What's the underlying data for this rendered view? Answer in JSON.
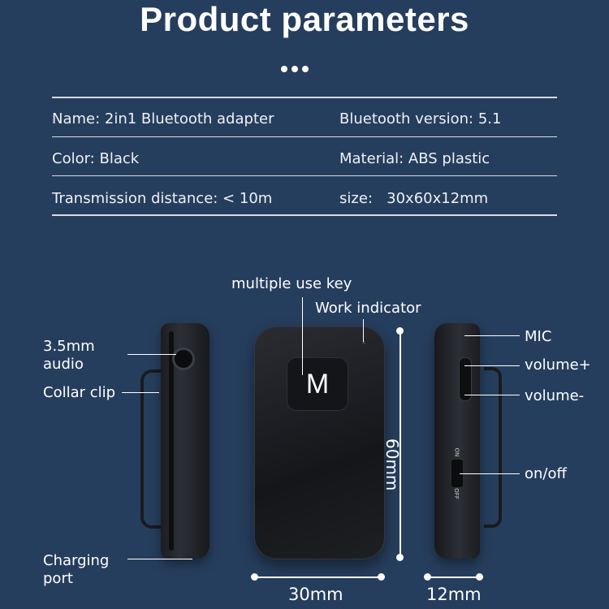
{
  "header": {
    "title": "Product parameters"
  },
  "specs": {
    "name": "Name: 2in1 Bluetooth adapter",
    "bluetooth_version": "Bluetooth version: 5.1",
    "color": "Color: Black",
    "material": "Material: ABS plastic",
    "distance": "Transmission distance: < 10m",
    "size": "size:   30x60x12mm"
  },
  "callouts": {
    "multiple_use_key": "multiple use key",
    "work_indicator": "Work indicator",
    "audio_jack": "3.5mm\naudio",
    "collar_clip": "Collar clip",
    "charging_port": "Charging\nport",
    "mic": "MIC",
    "volume_up": "volume+",
    "volume_down": "volume-",
    "on_off": "on/off"
  },
  "device": {
    "key_letter": "M",
    "switch_on": "ON",
    "switch_off": "OFF"
  },
  "dimensions": {
    "width": "30mm",
    "height": "60mm",
    "depth": "12mm"
  },
  "colors": {
    "background": "#263e5d",
    "rule": "#d7dde5",
    "device": "#1b1d21"
  }
}
